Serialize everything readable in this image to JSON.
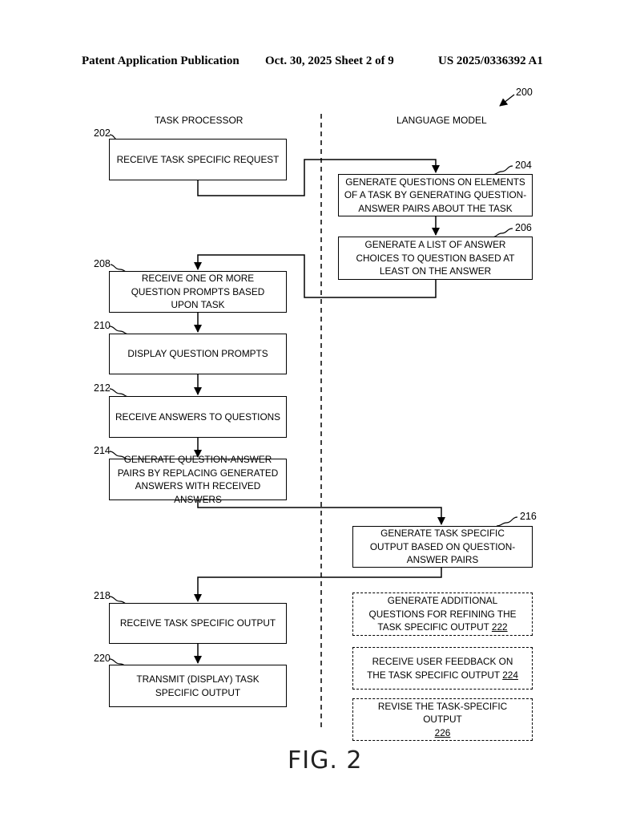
{
  "header": {
    "publication": "Patent Application Publication",
    "date_sheet": "Oct. 30, 2025  Sheet 2 of 9",
    "number": "US 2025/0336392 A1"
  },
  "figure": {
    "ref": "200",
    "caption": "FIG. 2",
    "columns": {
      "left": "TASK PROCESSOR",
      "right": "LANGUAGE MODEL"
    }
  },
  "steps": {
    "s202": {
      "ref": "202",
      "text": "RECEIVE TASK SPECIFIC REQUEST"
    },
    "s204": {
      "ref": "204",
      "text": "GENERATE QUESTIONS ON ELEMENTS OF A TASK BY GENERATING QUESTION-ANSWER PAIRS ABOUT THE TASK"
    },
    "s206": {
      "ref": "206",
      "text": "GENERATE A LIST OF ANSWER CHOICES TO QUESTION BASED AT LEAST ON THE ANSWER"
    },
    "s208": {
      "ref": "208",
      "text": "RECEIVE ONE OR MORE QUESTION PROMPTS BASED UPON TASK"
    },
    "s210": {
      "ref": "210",
      "text": "DISPLAY QUESTION PROMPTS"
    },
    "s212": {
      "ref": "212",
      "text": "RECEIVE ANSWERS TO QUESTIONS"
    },
    "s214": {
      "ref": "214",
      "text": "GENERATE QUESTION-ANSWER PAIRS BY REPLACING GENERATED ANSWERS WITH RECEIVED ANSWERS"
    },
    "s216": {
      "ref": "216",
      "text": "GENERATE TASK SPECIFIC OUTPUT BASED ON QUESTION-ANSWER PAIRS"
    },
    "s218": {
      "ref": "218",
      "text": "RECEIVE TASK SPECIFIC OUTPUT"
    },
    "s220": {
      "ref": "220",
      "text": "TRANSMIT (DISPLAY) TASK SPECIFIC OUTPUT"
    },
    "s222": {
      "text": "GENERATE ADDITIONAL QUESTIONS FOR REFINING THE TASK SPECIFIC OUTPUT",
      "ref": "222"
    },
    "s224": {
      "text": "RECEIVE USER FEEDBACK ON THE TASK SPECIFIC OUTPUT",
      "ref": "224"
    },
    "s226": {
      "text": "REVISE THE TASK-SPECIFIC OUTPUT",
      "ref": "226"
    }
  }
}
